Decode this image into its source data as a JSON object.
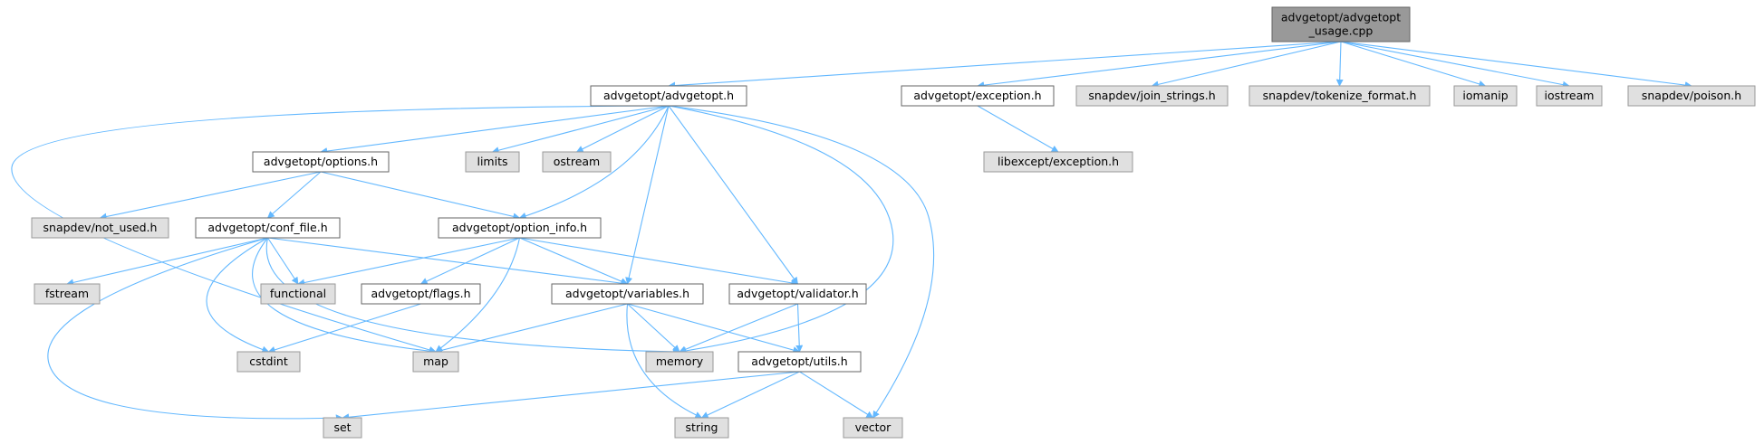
{
  "colors": {
    "edge": "#63b8ff",
    "root_fill": "#999999",
    "root_stroke": "#666666",
    "doc_fill": "#ffffff",
    "doc_stroke": "#666666",
    "ext_fill": "#e0e0e0",
    "ext_stroke": "#999999"
  },
  "nodes": [
    {
      "id": "usage",
      "lines": [
        "advgetopt/advgetopt",
        "_usage.cpp"
      ],
      "kind": "root"
    },
    {
      "id": "advgetopt_h",
      "lines": [
        "advgetopt/advgetopt.h"
      ],
      "kind": "doc"
    },
    {
      "id": "exception_h",
      "lines": [
        "advgetopt/exception.h"
      ],
      "kind": "doc"
    },
    {
      "id": "join_strings",
      "lines": [
        "snapdev/join_strings.h"
      ],
      "kind": "ext"
    },
    {
      "id": "tokenize_format",
      "lines": [
        "snapdev/tokenize_format.h"
      ],
      "kind": "ext"
    },
    {
      "id": "iomanip",
      "lines": [
        "iomanip"
      ],
      "kind": "ext"
    },
    {
      "id": "iostream",
      "lines": [
        "iostream"
      ],
      "kind": "ext"
    },
    {
      "id": "poison",
      "lines": [
        "snapdev/poison.h"
      ],
      "kind": "ext"
    },
    {
      "id": "libexcept",
      "lines": [
        "libexcept/exception.h"
      ],
      "kind": "ext"
    },
    {
      "id": "options_h",
      "lines": [
        "advgetopt/options.h"
      ],
      "kind": "doc"
    },
    {
      "id": "limits",
      "lines": [
        "limits"
      ],
      "kind": "ext"
    },
    {
      "id": "ostream",
      "lines": [
        "ostream"
      ],
      "kind": "ext"
    },
    {
      "id": "not_used",
      "lines": [
        "snapdev/not_used.h"
      ],
      "kind": "ext"
    },
    {
      "id": "conf_file",
      "lines": [
        "advgetopt/conf_file.h"
      ],
      "kind": "doc"
    },
    {
      "id": "option_info",
      "lines": [
        "advgetopt/option_info.h"
      ],
      "kind": "doc"
    },
    {
      "id": "fstream",
      "lines": [
        "fstream"
      ],
      "kind": "ext"
    },
    {
      "id": "functional",
      "lines": [
        "functional"
      ],
      "kind": "ext"
    },
    {
      "id": "flags_h",
      "lines": [
        "advgetopt/flags.h"
      ],
      "kind": "doc"
    },
    {
      "id": "variables_h",
      "lines": [
        "advgetopt/variables.h"
      ],
      "kind": "doc"
    },
    {
      "id": "validator_h",
      "lines": [
        "advgetopt/validator.h"
      ],
      "kind": "doc"
    },
    {
      "id": "cstdint",
      "lines": [
        "cstdint"
      ],
      "kind": "ext"
    },
    {
      "id": "map",
      "lines": [
        "map"
      ],
      "kind": "ext"
    },
    {
      "id": "memory",
      "lines": [
        "memory"
      ],
      "kind": "ext"
    },
    {
      "id": "utils_h",
      "lines": [
        "advgetopt/utils.h"
      ],
      "kind": "doc"
    },
    {
      "id": "set",
      "lines": [
        "set"
      ],
      "kind": "ext"
    },
    {
      "id": "string",
      "lines": [
        "string"
      ],
      "kind": "ext"
    },
    {
      "id": "vector",
      "lines": [
        "vector"
      ],
      "kind": "ext"
    }
  ],
  "edges": [
    [
      "usage",
      "advgetopt_h"
    ],
    [
      "usage",
      "exception_h"
    ],
    [
      "usage",
      "join_strings"
    ],
    [
      "usage",
      "tokenize_format"
    ],
    [
      "usage",
      "iomanip"
    ],
    [
      "usage",
      "iostream"
    ],
    [
      "usage",
      "poison"
    ],
    [
      "exception_h",
      "libexcept"
    ],
    [
      "advgetopt_h",
      "options_h"
    ],
    [
      "advgetopt_h",
      "limits"
    ],
    [
      "advgetopt_h",
      "ostream"
    ],
    [
      "advgetopt_h",
      "option_info"
    ],
    [
      "advgetopt_h",
      "variables_h"
    ],
    [
      "advgetopt_h",
      "validator_h"
    ],
    [
      "advgetopt_h",
      "map"
    ],
    [
      "advgetopt_h",
      "memory"
    ],
    [
      "advgetopt_h",
      "vector"
    ],
    [
      "options_h",
      "not_used"
    ],
    [
      "options_h",
      "conf_file"
    ],
    [
      "options_h",
      "option_info"
    ],
    [
      "conf_file",
      "fstream"
    ],
    [
      "conf_file",
      "functional"
    ],
    [
      "conf_file",
      "variables_h"
    ],
    [
      "conf_file",
      "cstdint"
    ],
    [
      "conf_file",
      "map"
    ],
    [
      "conf_file",
      "memory"
    ],
    [
      "conf_file",
      "set"
    ],
    [
      "option_info",
      "functional"
    ],
    [
      "option_info",
      "flags_h"
    ],
    [
      "option_info",
      "variables_h"
    ],
    [
      "option_info",
      "validator_h"
    ],
    [
      "option_info",
      "map"
    ],
    [
      "flags_h",
      "cstdint"
    ],
    [
      "variables_h",
      "map"
    ],
    [
      "variables_h",
      "memory"
    ],
    [
      "variables_h",
      "utils_h"
    ],
    [
      "variables_h",
      "string"
    ],
    [
      "validator_h",
      "memory"
    ],
    [
      "validator_h",
      "utils_h"
    ],
    [
      "utils_h",
      "set"
    ],
    [
      "utils_h",
      "string"
    ],
    [
      "utils_h",
      "vector"
    ]
  ]
}
